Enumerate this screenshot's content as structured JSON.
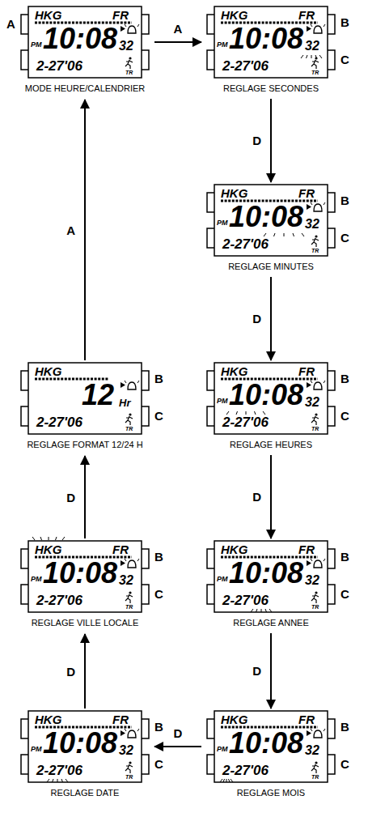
{
  "diagram": {
    "nodes": [
      {
        "text": [
          "HKG",
          "FR",
          "PM",
          "10:08",
          "32",
          "2-27'06",
          "TR",
          "MODE HEURE/CALENDRIER"
        ]
      },
      {
        "text": [
          "HKG",
          "FR",
          "PM",
          "10:08",
          "32",
          "2-27'06",
          "TR",
          "REGLAGE SECONDES"
        ]
      },
      {
        "text": [
          "HKG",
          "FR",
          "PM",
          "10:08",
          "32",
          "2-27'06",
          "TR",
          "REGLAGE MINUTES"
        ]
      },
      {
        "text": [
          "HKG",
          "FR",
          "PM",
          "10:08",
          "32",
          "2-27'06",
          "TR",
          "REGLAGE HEURES"
        ]
      },
      {
        "text": [
          "HKG",
          "FR",
          "PM",
          "10:08",
          "32",
          "2-27'06",
          "TR",
          "REGLAGE ANNEE"
        ]
      },
      {
        "text": [
          "HKG",
          "FR",
          "PM",
          "10:08",
          "32",
          "2-27'06",
          "TR",
          "REGLAGE MOIS"
        ]
      },
      {
        "text": [
          "HKG",
          "FR",
          "PM",
          "10:08",
          "32",
          "2-27'06",
          "TR",
          "REGLAGE DATE"
        ]
      },
      {
        "text": [
          "HKG",
          "FR",
          "PM",
          "10:08",
          "32",
          "2-27'06",
          "TR",
          "REGLAGE VILLE LOCALE"
        ]
      },
      {
        "text": [
          "HKG",
          "12",
          "Hr",
          "2-27'06",
          "TR",
          "REGLAGE FORMAT 12/24 H"
        ]
      }
    ],
    "edges": [
      {
        "from": 0,
        "to": 1,
        "arrow": "to",
        "label": "A"
      },
      {
        "from": 1,
        "to": 2,
        "arrow": "to",
        "label": "D"
      },
      {
        "from": 2,
        "to": 3,
        "arrow": "to",
        "label": "D"
      },
      {
        "from": 3,
        "to": 4,
        "arrow": "to",
        "label": "D"
      },
      {
        "from": 4,
        "to": 5,
        "arrow": "to",
        "label": "D"
      },
      {
        "from": 5,
        "to": 6,
        "arrow": "to",
        "label": "D"
      },
      {
        "from": 6,
        "to": 7,
        "arrow": "to",
        "label": "D"
      },
      {
        "from": 7,
        "to": 8,
        "arrow": "to",
        "label": "D"
      },
      {
        "from": 8,
        "to": 0,
        "arrow": "to",
        "label": "A"
      }
    ],
    "labels": [
      "A",
      "B",
      "C",
      "B",
      "C",
      "B",
      "C",
      "B",
      "C",
      "B",
      "C",
      "B",
      "C",
      "B",
      "C",
      "B",
      "C"
    ]
  }
}
